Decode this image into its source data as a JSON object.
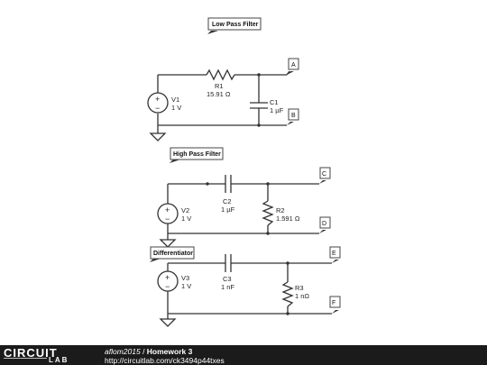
{
  "annotations": {
    "lowpass": "Low Pass Filter",
    "highpass": "High Pass Filter",
    "differentiator": "Differentiator"
  },
  "components": {
    "V1": {
      "name": "V1",
      "value": "1 V"
    },
    "R1": {
      "name": "R1",
      "value": "15.91 Ω"
    },
    "C1": {
      "name": "C1",
      "value": "1 µF"
    },
    "V2": {
      "name": "V2",
      "value": "1 V"
    },
    "C2": {
      "name": "C2",
      "value": "1 µF"
    },
    "R2": {
      "name": "R2",
      "value": "1.591 Ω"
    },
    "V3": {
      "name": "V3",
      "value": "1 V"
    },
    "C3": {
      "name": "C3",
      "value": "1 nF"
    },
    "R3": {
      "name": "R3",
      "value": "1 nΩ"
    }
  },
  "ports": {
    "A": "A",
    "B": "B",
    "C": "C",
    "D": "D",
    "E": "E",
    "F": "F"
  },
  "source_signs": {
    "plus": "+",
    "minus": "−"
  },
  "footer": {
    "logo_top": "CIRCUIT",
    "logo_bottom": "LAB",
    "author": "aflom2015",
    "separator": " / ",
    "title": "Homework 3",
    "url": "http://circuitlab.com/ck3494p44txes"
  }
}
